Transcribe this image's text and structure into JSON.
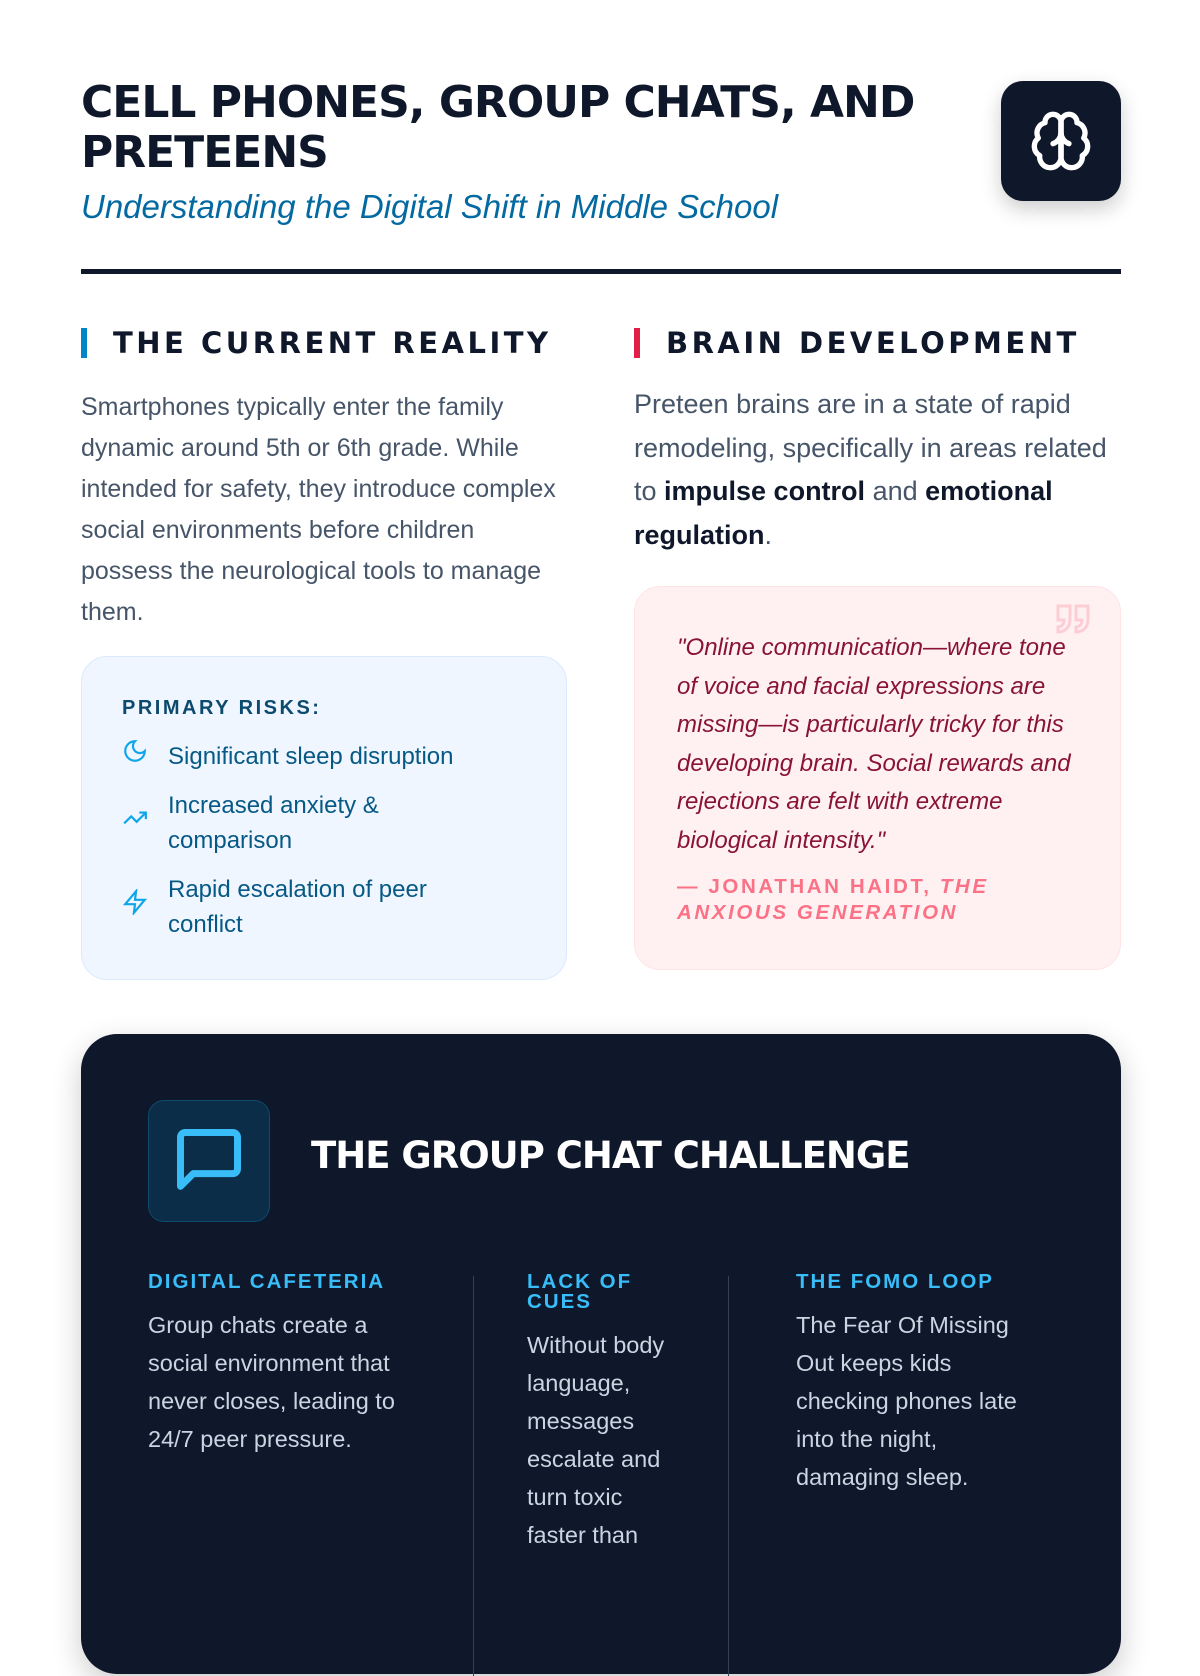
{
  "header": {
    "title": "CELL PHONES, GROUP CHATS, AND PRETEENS",
    "subtitle": "Understanding the Digital Shift in Middle School",
    "icon": "brain-icon"
  },
  "reality": {
    "heading": "THE CURRENT REALITY",
    "body": "Smartphones typically enter the family dynamic around 5th or 6th grade. While intended for safety, they introduce complex social environments before children possess the neurological tools to manage them.",
    "accent": "#0284c7"
  },
  "risks": {
    "label": "PRIMARY RISKS:",
    "items": [
      {
        "icon": "moon-icon",
        "text": "Significant sleep disruption"
      },
      {
        "icon": "trending-up-icon",
        "text": "Increased anxiety & comparison"
      },
      {
        "icon": "zap-icon",
        "text": "Rapid escalation of peer conflict"
      }
    ]
  },
  "brain": {
    "heading": "BRAIN DEVELOPMENT",
    "accent": "#e11d48",
    "body_pre": "Preteen brains are in a state of rapid remodeling, specifically in areas related to ",
    "bold1": "impulse control",
    "mid": " and ",
    "bold2": "emotional regulation",
    "end": "."
  },
  "quote": {
    "text": "\"Online communication—where tone of voice and facial expressions are missing—is particularly tricky for this developing brain. Social rewards and rejections are felt with extreme biological intensity.\"",
    "author": "— JONATHAN HAIDT, ",
    "source": "THE ANXIOUS GENERATION"
  },
  "challenge": {
    "title": "THE GROUP CHAT CHALLENGE",
    "columns": [
      {
        "heading": "DIGITAL CAFETERIA",
        "body": "Group chats create a social environment that never closes, leading to 24/7 peer pressure."
      },
      {
        "heading": "LACK OF CUES",
        "body": "Without body language, messages escalate and turn toxic faster than"
      },
      {
        "heading": "THE FOMO LOOP",
        "body": "The Fear Of Missing Out keeps kids checking phones late into the night, damaging sleep."
      }
    ]
  }
}
